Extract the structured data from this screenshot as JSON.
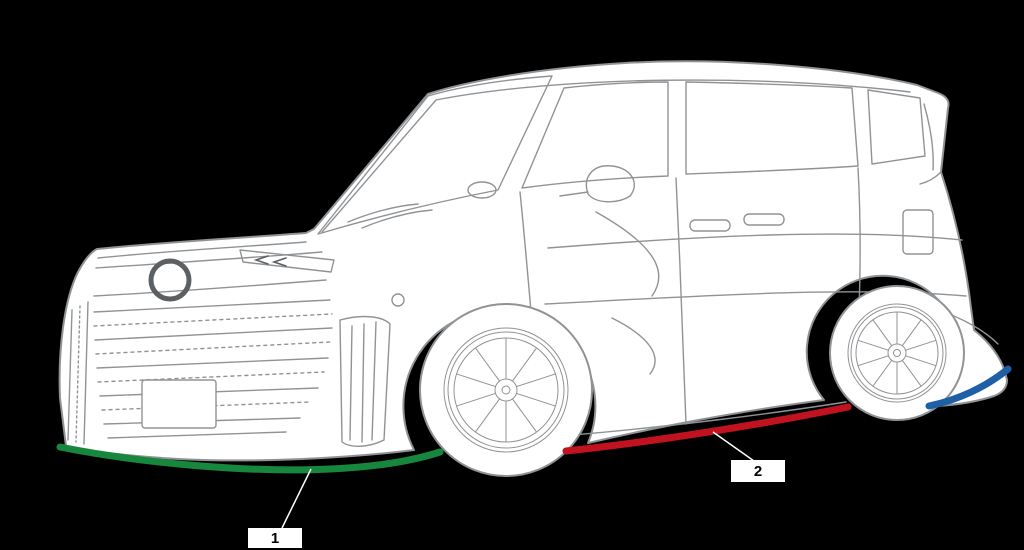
{
  "canvas": {
    "width": "1024",
    "height": "550",
    "background": "#000000"
  },
  "artwork": {
    "body_fill": "#ffffff",
    "line_color": "#909396",
    "dark_line_color": "#5d6063",
    "callout_line_color": "#ffffff"
  },
  "highlights": {
    "front_lip": {
      "color": "#17873e"
    },
    "side_skirt": {
      "color": "#c1121f"
    },
    "rear_corner": {
      "color": "#1e5fa5"
    }
  },
  "callouts": [
    {
      "number": "1",
      "box_fill": "#ffffff",
      "text_color": "#000000"
    },
    {
      "number": "2",
      "box_fill": "#ffffff",
      "text_color": "#000000"
    }
  ]
}
